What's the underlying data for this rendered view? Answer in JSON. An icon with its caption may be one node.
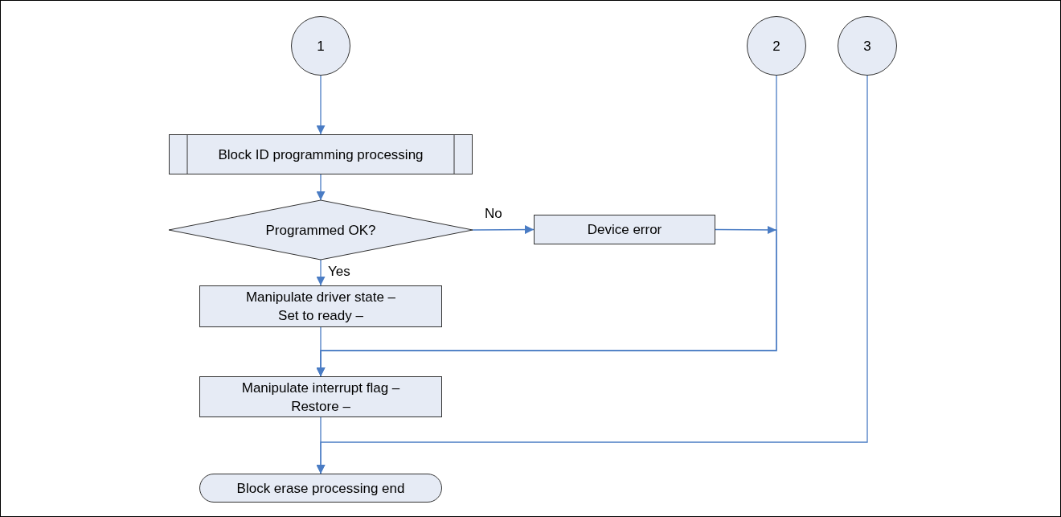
{
  "diagram": {
    "nodes": [
      {
        "text": [
          "1"
        ]
      },
      {
        "text": [
          "2"
        ]
      },
      {
        "text": [
          "3"
        ]
      },
      {
        "text": [
          "Block ID programming processing"
        ]
      },
      {
        "text": [
          "Programmed OK?"
        ]
      },
      {
        "text": [
          "Device error"
        ]
      },
      {
        "text": [
          "Manipulate driver state – Set to ready –"
        ]
      },
      {
        "text": [
          "Manipulate interrupt flag – Restore –"
        ]
      },
      {
        "text": [
          "Block erase processing end"
        ]
      }
    ],
    "edges": [
      {
        "from": 0,
        "to": 3,
        "arrow": "to"
      },
      {
        "from": 3,
        "to": 4,
        "arrow": "to"
      },
      {
        "from": 4,
        "to": 5,
        "arrow": "to",
        "label": "No"
      },
      {
        "from": 4,
        "to": 6,
        "arrow": "to",
        "label": "Yes"
      },
      {
        "from": 6,
        "to": 7,
        "arrow": "to"
      },
      {
        "from": 1,
        "to": 7,
        "arrow": "to"
      },
      {
        "from": 5,
        "to": 7,
        "arrow": "to"
      },
      {
        "from": 7,
        "to": 8,
        "arrow": "to"
      },
      {
        "from": 2,
        "to": 8,
        "arrow": "to"
      }
    ]
  }
}
